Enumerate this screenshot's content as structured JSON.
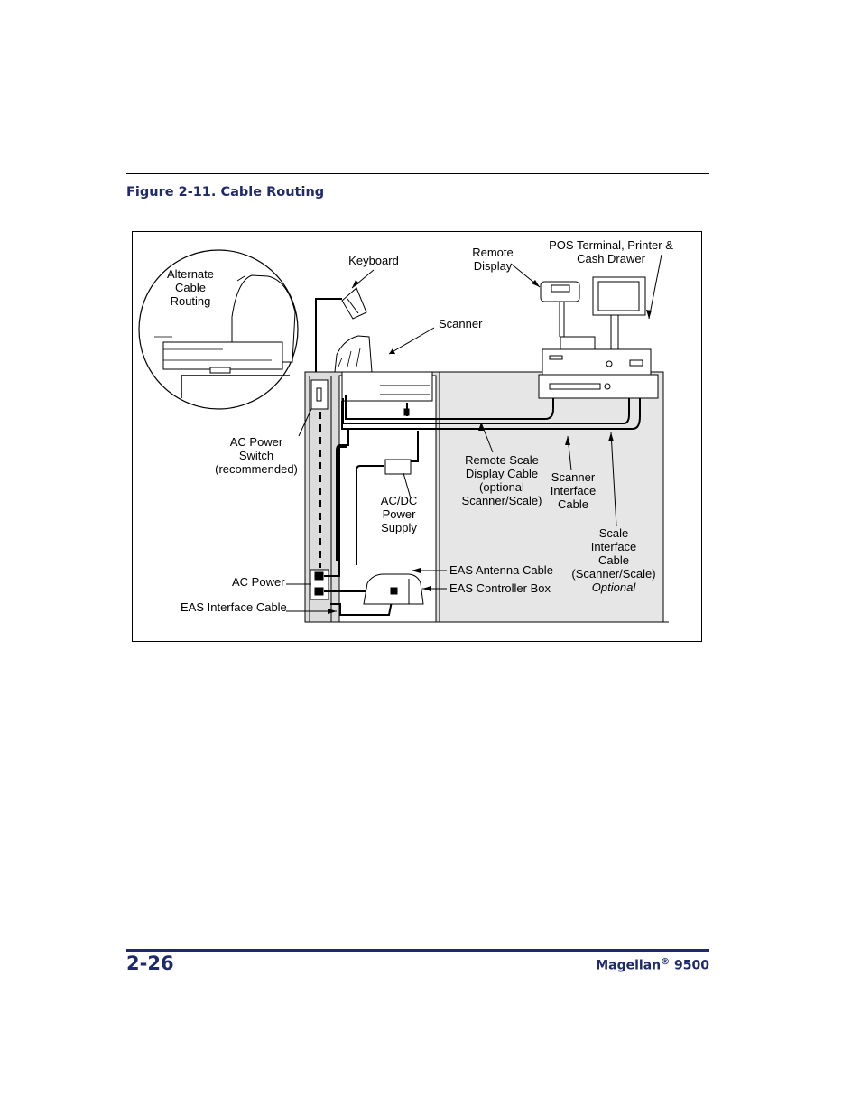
{
  "caption": "Figure 2-11. Cable Routing",
  "labels": {
    "alternate_routing": [
      "Alternate",
      "Cable",
      "Routing"
    ],
    "keyboard": "Keyboard",
    "remote_display": [
      "Remote",
      "Display"
    ],
    "pos_terminal": [
      "POS Terminal, Printer &",
      "Cash Drawer"
    ],
    "scanner": "Scanner",
    "ac_power_switch": [
      "AC Power",
      "Switch",
      "(recommended)"
    ],
    "remote_scale_cable": [
      "Remote Scale",
      "Display Cable",
      "(optional",
      "Scanner/Scale)"
    ],
    "scanner_interface_cable": [
      "Scanner",
      "Interface",
      "Cable"
    ],
    "ac_dc_supply": [
      "AC/DC",
      "Power",
      "Supply"
    ],
    "scale_interface_cable": [
      "Scale",
      "Interface",
      "Cable",
      "(Scanner/Scale)"
    ],
    "optional": "Optional",
    "eas_antenna_cable": "EAS Antenna Cable",
    "eas_controller_box": "EAS Controller Box",
    "ac_power": "AC Power",
    "eas_interface_cable": "EAS Interface Cable"
  },
  "footer": {
    "page_number": "2-26",
    "product_name": "Magellan",
    "product_reg": "®",
    "product_model": "9500"
  }
}
